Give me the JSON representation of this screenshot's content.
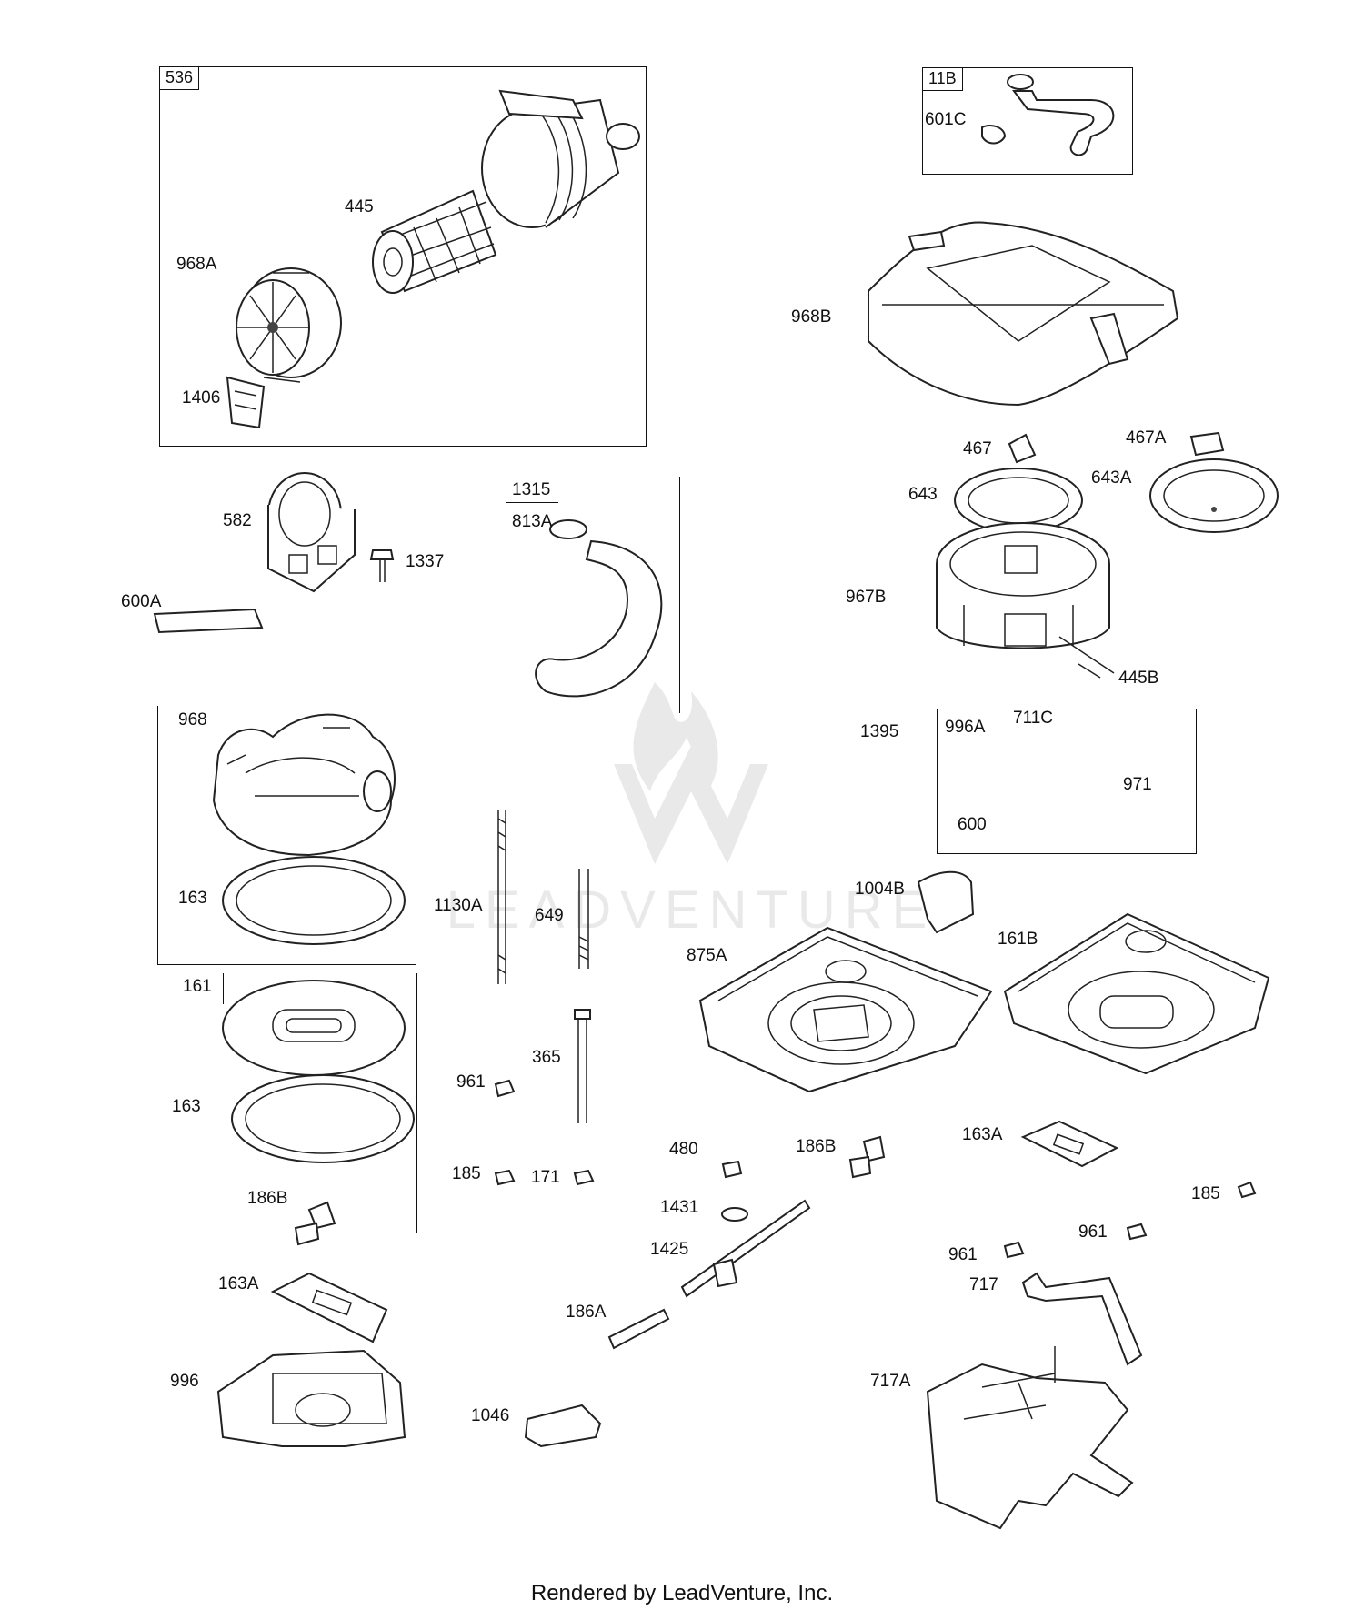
{
  "diagram": {
    "group_tags": {
      "g536": "536",
      "g11b": "11B",
      "g1315": "1315"
    },
    "parts": {
      "p445": "445",
      "p968a": "968A",
      "p1406": "1406",
      "p601c": "601C",
      "p968b": "968B",
      "p467": "467",
      "p467a": "467A",
      "p643": "643",
      "p643a": "643A",
      "p967b": "967B",
      "p445b": "445B",
      "p582": "582",
      "p1337": "1337",
      "p600a": "600A",
      "p813a": "813A",
      "p968": "968",
      "p163_top": "163",
      "p1395": "1395",
      "p996a": "996A",
      "p711c": "711C",
      "p600": "600",
      "p971": "971",
      "p1004b": "1004B",
      "p1130a": "1130A",
      "p649": "649",
      "p875a": "875A",
      "p161b": "161B",
      "p161": "161",
      "p163_mid": "163",
      "p961_left": "961",
      "p365": "365",
      "p185_left": "185",
      "p171": "171",
      "p186b_left": "186B",
      "p480": "480",
      "p186b_mid": "186B",
      "p163a_right": "163A",
      "p185_right": "185",
      "p1431": "1431",
      "p1425": "1425",
      "p961_right1": "961",
      "p961_right2": "961",
      "p717": "717",
      "p163a_left": "163A",
      "p186a": "186A",
      "p996": "996",
      "p717a": "717A",
      "p1046": "1046"
    }
  },
  "footer": "Rendered by LeadVenture, Inc."
}
